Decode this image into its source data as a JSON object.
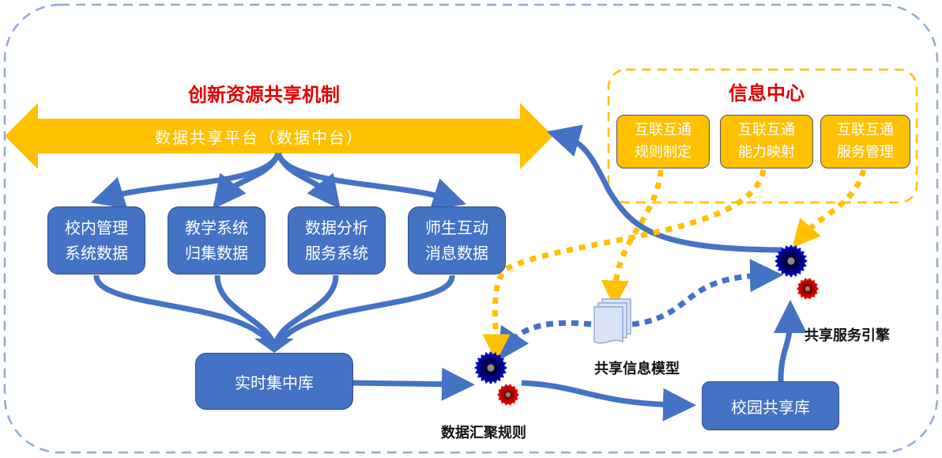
{
  "colors": {
    "blue": "#4472c4",
    "gold": "#ffc000",
    "red_title": "#e00000",
    "outer_border": "#8eaadb"
  },
  "mechanism": {
    "title": "创新资源共享机制",
    "platform_label": "数据共享平台（数据中台）"
  },
  "sources": [
    {
      "line1": "校内管理",
      "line2": "系统数据"
    },
    {
      "line1": "教学系统",
      "line2": "归集数据"
    },
    {
      "line1": "数据分析",
      "line2": "服务系统"
    },
    {
      "line1": "师生互动",
      "line2": "消息数据"
    }
  ],
  "central_db": "实时集中库",
  "info_center": {
    "title": "信息中心",
    "items": [
      {
        "line1": "互联互通",
        "line2": "规则制定"
      },
      {
        "line1": "互联互通",
        "line2": "能力映射"
      },
      {
        "line1": "互联互通",
        "line2": "服务管理"
      }
    ]
  },
  "aggregation_rule": "数据汇聚规则",
  "info_model": "共享信息模型",
  "service_engine": "共享服务引擎",
  "campus_db": "校园共享库",
  "icons": {
    "gear_pair": "gears-icon",
    "document_stack": "documents-icon"
  }
}
